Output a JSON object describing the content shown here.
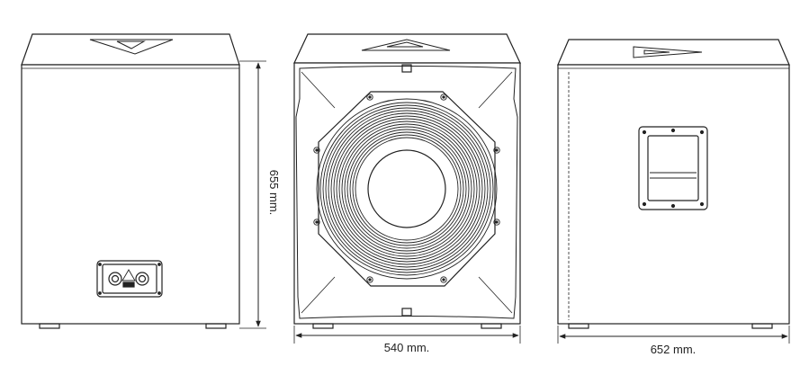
{
  "dimensions": {
    "height_label": "655 mm.",
    "width_label": "540 mm.",
    "depth_label": "652 mm."
  },
  "colors": {
    "line": "#222222",
    "panel": "#ffffff",
    "cone_ring": "#333333"
  },
  "views": [
    "rear-view",
    "front-view",
    "side-view"
  ]
}
